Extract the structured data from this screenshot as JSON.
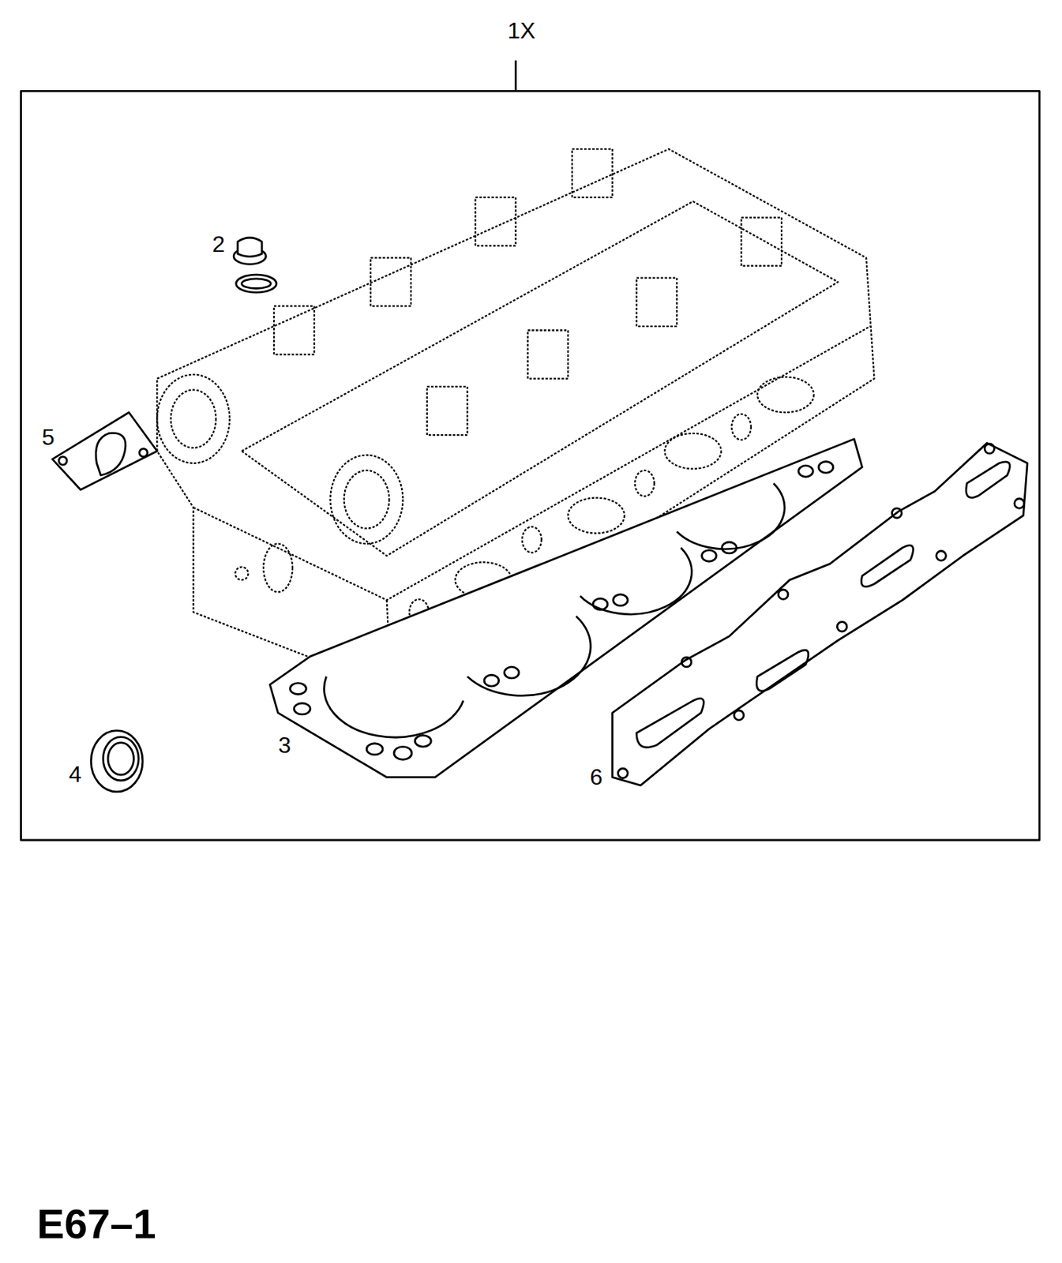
{
  "diagram": {
    "labels": [
      "1X",
      "2",
      "5",
      "3",
      "4",
      "6",
      "E67–1"
    ]
  }
}
